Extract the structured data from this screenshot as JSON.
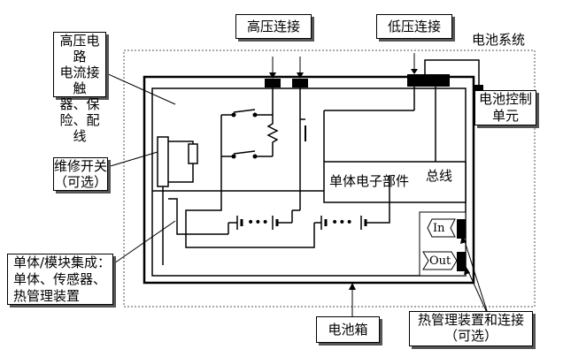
{
  "labels": {
    "hv_circuit": "高压电路\n电流接触\n器、保\n险、配线",
    "hv_connect": "高压连接",
    "lv_connect": "低压连接",
    "battery_system": "电池系统",
    "bms": "电池控制\n单元",
    "service_switch": "维修开关\n（可选）",
    "cell_electronics": "单体电子部件",
    "bus": "总线",
    "module_integration": "单体/模块集成：\n单体、传感器、\n热管理装置",
    "battery_box": "电池箱",
    "thermal_connect": "热管理装置和连接\n（可选）",
    "port_in": "In",
    "port_out": "Out",
    "cells_dots": "•••"
  }
}
